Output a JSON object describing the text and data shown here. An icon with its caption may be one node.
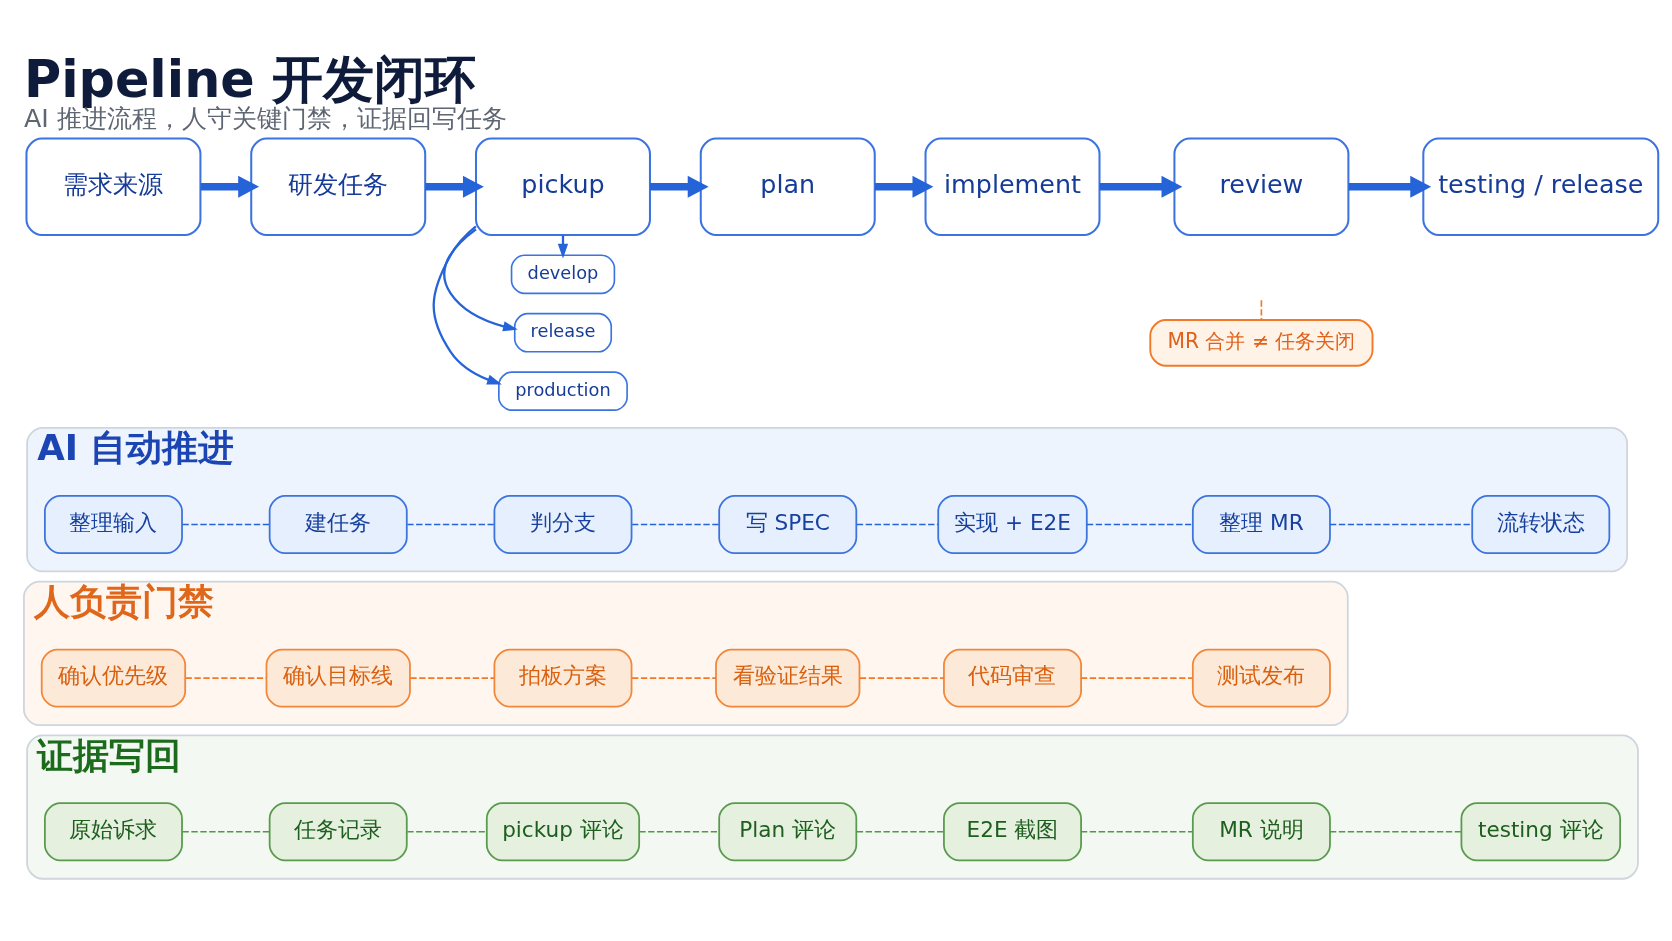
{
  "diagram": {
    "title": "Pipeline 开发闭环",
    "caption": "AI 推进流程，人守关键门禁，证据回写任务",
    "nodes": [
      {
        "text": [
          "需求来源"
        ]
      },
      {
        "text": [
          "研发任务"
        ]
      },
      {
        "text": [
          "pickup"
        ]
      },
      {
        "text": [
          "plan"
        ]
      },
      {
        "text": [
          "implement"
        ]
      },
      {
        "text": [
          "review"
        ]
      },
      {
        "text": [
          "testing / release"
        ]
      },
      {
        "text": [
          "develop"
        ]
      },
      {
        "text": [
          "release"
        ]
      },
      {
        "text": [
          "production"
        ]
      },
      {
        "text": [
          "MR 合并 ≠ 任务关闭"
        ]
      },
      {
        "text": [
          "AI 自动推进"
        ]
      },
      {
        "text": [
          "整理输入"
        ],
        "in": 11
      },
      {
        "text": [
          "建任务"
        ],
        "in": 11
      },
      {
        "text": [
          "判分支"
        ],
        "in": 11
      },
      {
        "text": [
          "写 SPEC"
        ],
        "in": 11
      },
      {
        "text": [
          "实现 + E2E"
        ],
        "in": 11
      },
      {
        "text": [
          "整理 MR"
        ],
        "in": 11
      },
      {
        "text": [
          "流转状态"
        ],
        "in": 11
      },
      {
        "text": [
          "人负责门禁"
        ]
      },
      {
        "text": [
          "确认优先级"
        ],
        "in": 19
      },
      {
        "text": [
          "确认目标线"
        ],
        "in": 19
      },
      {
        "text": [
          "拍板方案"
        ],
        "in": 19
      },
      {
        "text": [
          "看验证结果"
        ],
        "in": 19
      },
      {
        "text": [
          "代码审查"
        ],
        "in": 19
      },
      {
        "text": [
          "测试发布"
        ],
        "in": 19
      },
      {
        "text": [
          "证据写回"
        ]
      },
      {
        "text": [
          "原始诉求"
        ],
        "in": 26
      },
      {
        "text": [
          "任务记录"
        ],
        "in": 26
      },
      {
        "text": [
          "pickup 评论"
        ],
        "in": 26
      },
      {
        "text": [
          "Plan 评论"
        ],
        "in": 26
      },
      {
        "text": [
          "E2E 截图"
        ],
        "in": 26
      },
      {
        "text": [
          "MR 说明"
        ],
        "in": 26
      },
      {
        "text": [
          "testing 评论"
        ],
        "in": 26
      }
    ],
    "edges": [
      {
        "from": 0,
        "to": 1,
        "arrow": "to",
        "style": "thick"
      },
      {
        "from": 1,
        "to": 2,
        "arrow": "to",
        "style": "thick"
      },
      {
        "from": 2,
        "to": 3,
        "arrow": "to",
        "style": "thick"
      },
      {
        "from": 3,
        "to": 4,
        "arrow": "to",
        "style": "thick"
      },
      {
        "from": 4,
        "to": 5,
        "arrow": "to",
        "style": "thick"
      },
      {
        "from": 5,
        "to": 6,
        "arrow": "to",
        "style": "thick"
      },
      {
        "from": 2,
        "to": 7,
        "arrow": "to"
      },
      {
        "from": 2,
        "to": 8,
        "arrow": "to"
      },
      {
        "from": 2,
        "to": 9,
        "arrow": "to"
      },
      {
        "from": 10,
        "to": null,
        "arrow": "none",
        "style": "dashed",
        "color": "#f07a2a"
      },
      {
        "from": 12,
        "to": 13,
        "arrow": "none",
        "style": "dashed"
      },
      {
        "from": 13,
        "to": 14,
        "arrow": "none",
        "style": "dashed"
      },
      {
        "from": 14,
        "to": 15,
        "arrow": "none",
        "style": "dashed"
      },
      {
        "from": 15,
        "to": 16,
        "arrow": "none",
        "style": "dashed"
      },
      {
        "from": 16,
        "to": 17,
        "arrow": "none",
        "style": "dashed"
      },
      {
        "from": 17,
        "to": 18,
        "arrow": "none",
        "style": "dashed"
      },
      {
        "from": 20,
        "to": 21,
        "arrow": "none",
        "style": "dashed",
        "color": "#f07a2a"
      },
      {
        "from": 21,
        "to": 22,
        "arrow": "none",
        "style": "dashed",
        "color": "#f07a2a"
      },
      {
        "from": 22,
        "to": 23,
        "arrow": "none",
        "style": "dashed",
        "color": "#f07a2a"
      },
      {
        "from": 23,
        "to": 24,
        "arrow": "none",
        "style": "dashed",
        "color": "#f07a2a"
      },
      {
        "from": 24,
        "to": 25,
        "arrow": "none",
        "style": "dashed",
        "color": "#f07a2a"
      },
      {
        "from": 27,
        "to": 28,
        "arrow": "none",
        "style": "dashed",
        "color": "#4f9a45"
      },
      {
        "from": 28,
        "to": 29,
        "arrow": "none",
        "style": "dashed",
        "color": "#4f9a45"
      },
      {
        "from": 29,
        "to": 30,
        "arrow": "none",
        "style": "dashed",
        "color": "#4f9a45"
      },
      {
        "from": 30,
        "to": 31,
        "arrow": "none",
        "style": "dashed",
        "color": "#4f9a45"
      },
      {
        "from": 31,
        "to": 32,
        "arrow": "none",
        "style": "dashed",
        "color": "#4f9a45"
      },
      {
        "from": 32,
        "to": 33,
        "arrow": "none",
        "style": "dashed",
        "color": "#4f9a45"
      }
    ]
  }
}
